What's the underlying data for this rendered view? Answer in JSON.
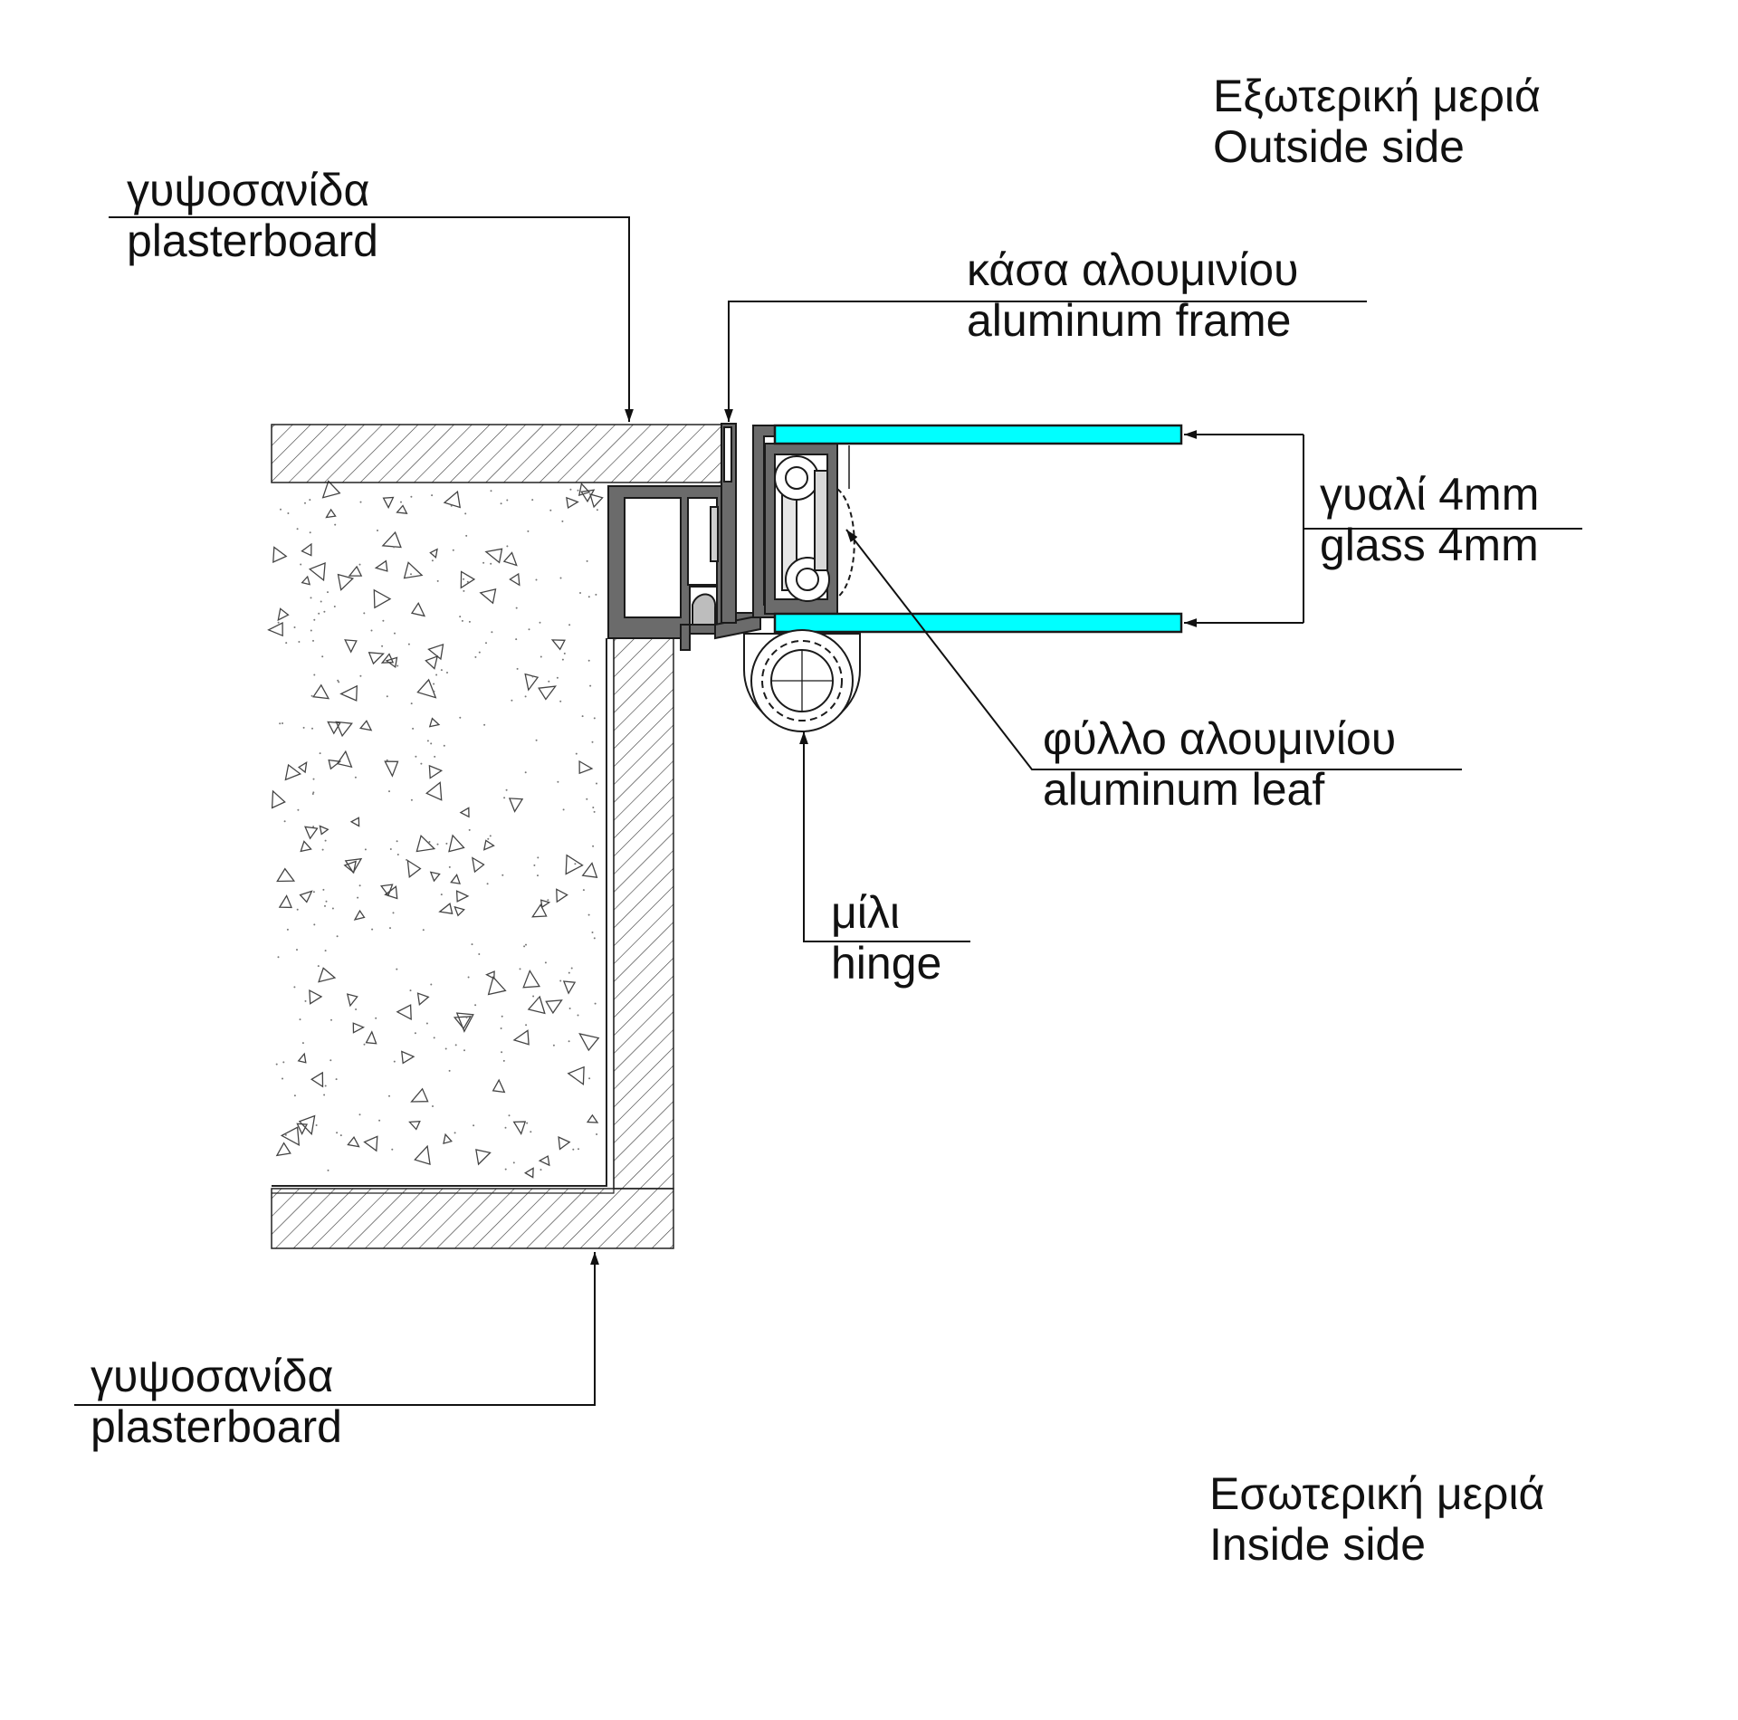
{
  "labels": {
    "outside": {
      "greek": "Εξωτερική μεριά",
      "english": "Outside side"
    },
    "inside": {
      "greek": "Εσωτερική μεριά",
      "english": "Inside side"
    },
    "plasterboard_top": {
      "greek": "γυψοσανίδα",
      "english": "plasterboard"
    },
    "plasterboard_bottom": {
      "greek": "γυψοσανίδα",
      "english": "plasterboard"
    },
    "aluminum_frame": {
      "greek": "κάσα αλουμινίου",
      "english": "aluminum frame"
    },
    "glass": {
      "greek": "γυαλί 4mm",
      "english": "glass 4mm"
    },
    "aluminum_leaf": {
      "greek": "φύλλο αλουμινίου",
      "english": "aluminum leaf"
    },
    "hinge": {
      "greek": "μίλι",
      "english": "hinge"
    }
  },
  "colors": {
    "glass": "#00ffff",
    "aluminum": "#6b6b6b",
    "line": "#1a1a1a"
  }
}
